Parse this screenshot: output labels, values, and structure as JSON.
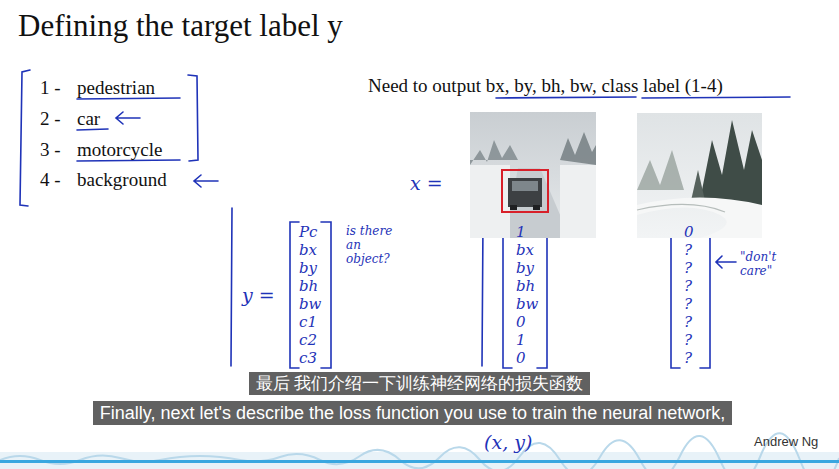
{
  "diagram": {
    "title": "Defining the target label y",
    "nodes": [
      {
        "text": [
          "最后 我们介绍一下训练神经网络的损失函数"
        ]
      },
      {
        "text": [
          "Finally, next let's describe the loss function you use to train the neural network,"
        ]
      }
    ],
    "labels": [
      "1 -",
      "pedestrian",
      "2 -",
      "car",
      "3 -",
      "motorcycle",
      "4 -",
      "background",
      "Need to output bx, by, bh, bw, class label (1-4)",
      "x =",
      "y =",
      "Pc",
      "bx",
      "by",
      "bh",
      "bw",
      "c1",
      "c2",
      "c3",
      "is there an object?",
      "1",
      "bx",
      "by",
      "bh",
      "bw",
      "0",
      "1",
      "0",
      "0",
      "?",
      "?",
      "?",
      "?",
      "?",
      "?",
      "?",
      "\"don't care\"",
      "(x, y)",
      "Andrew Ng"
    ]
  }
}
